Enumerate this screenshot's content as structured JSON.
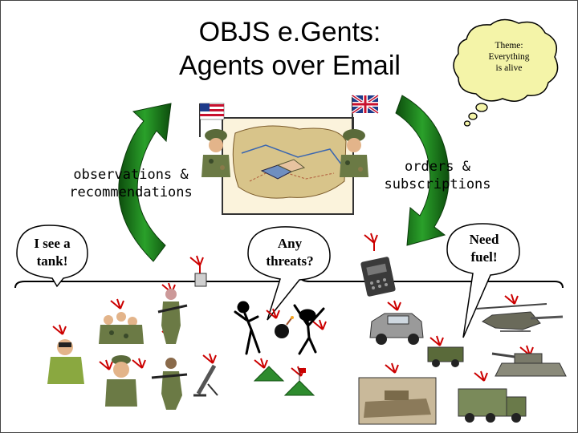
{
  "title": {
    "line1": "OBJS e.Gents:",
    "line2": "Agents over Email"
  },
  "thought": {
    "line1": "Theme:",
    "line2": "Everything",
    "line3": "is alive"
  },
  "labels": {
    "observations_line1": "observations &",
    "observations_line2": "recommendations",
    "orders_line1": "orders &",
    "orders_line2": "subscriptions"
  },
  "bubbles": {
    "tank": {
      "line1": "I see a",
      "line2": "tank!"
    },
    "threats": {
      "line1": "Any",
      "line2": "threats?"
    },
    "fuel": {
      "line1": "Need",
      "line2": "fuel!"
    }
  },
  "colors": {
    "arrow_green": "#1f8a1f",
    "arrow_dark": "#0d4d0d",
    "bubble_fill": "#ffffff",
    "thought_fill": "#f4f4a8"
  },
  "icons": [
    "us-flag-icon",
    "uk-flag-icon",
    "soldier-icon",
    "map-icon",
    "handshake-icon",
    "agent-antenna-icon",
    "tank-icon",
    "helicopter-icon",
    "truck-icon",
    "humvee-icon",
    "tent-icon",
    "mortar-icon",
    "stick-figure-icon",
    "bomb-icon",
    "radio-icon"
  ]
}
